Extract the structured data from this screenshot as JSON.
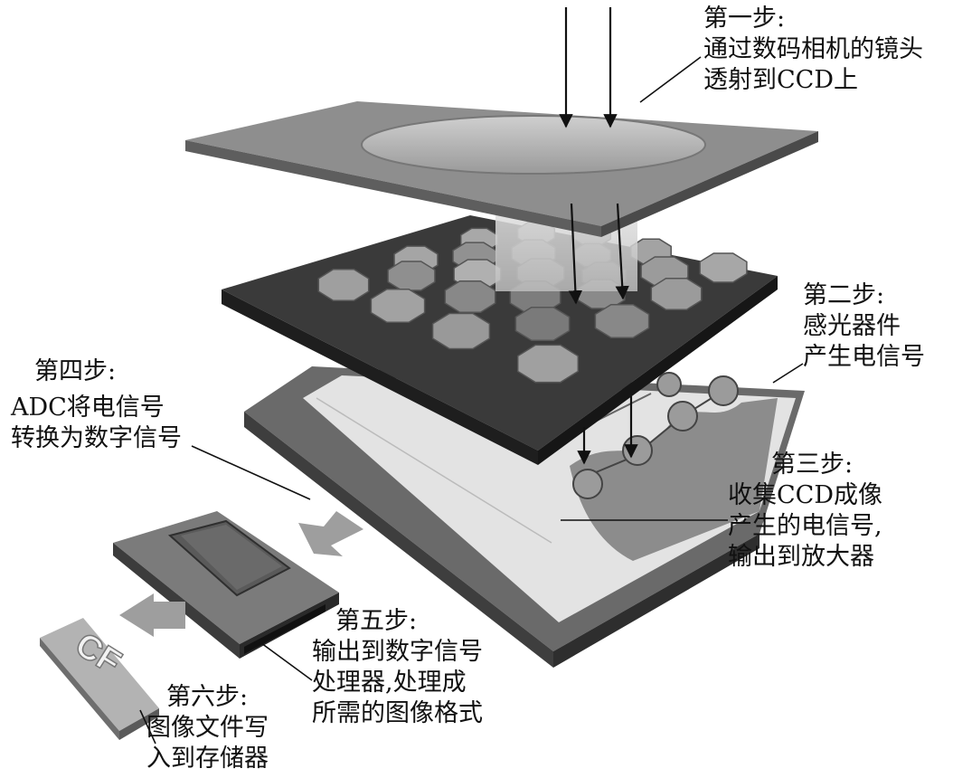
{
  "steps": [
    {
      "id": "step1",
      "heading": "第一步:",
      "lines": [
        "通过数码相机的镜头",
        "透射到CCD上"
      ]
    },
    {
      "id": "step2",
      "heading": "第二步:",
      "lines": [
        "感光器件",
        "产生电信号"
      ]
    },
    {
      "id": "step3",
      "heading": "第三步:",
      "lines": [
        "收集CCD成像",
        "产生的电信号,",
        "输出到放大器"
      ]
    },
    {
      "id": "step4",
      "heading": "第四步:",
      "lines": [
        "ADC将电信号",
        "转换为数字信号"
      ]
    },
    {
      "id": "step5",
      "heading": "第五步:",
      "lines": [
        "输出到数字信号",
        "处理器,处理成",
        "所需的图像格式"
      ]
    },
    {
      "id": "step6",
      "heading": "第六步:",
      "lines": [
        "图像文件写",
        "入到存储器"
      ]
    }
  ],
  "card_logo": "CF"
}
